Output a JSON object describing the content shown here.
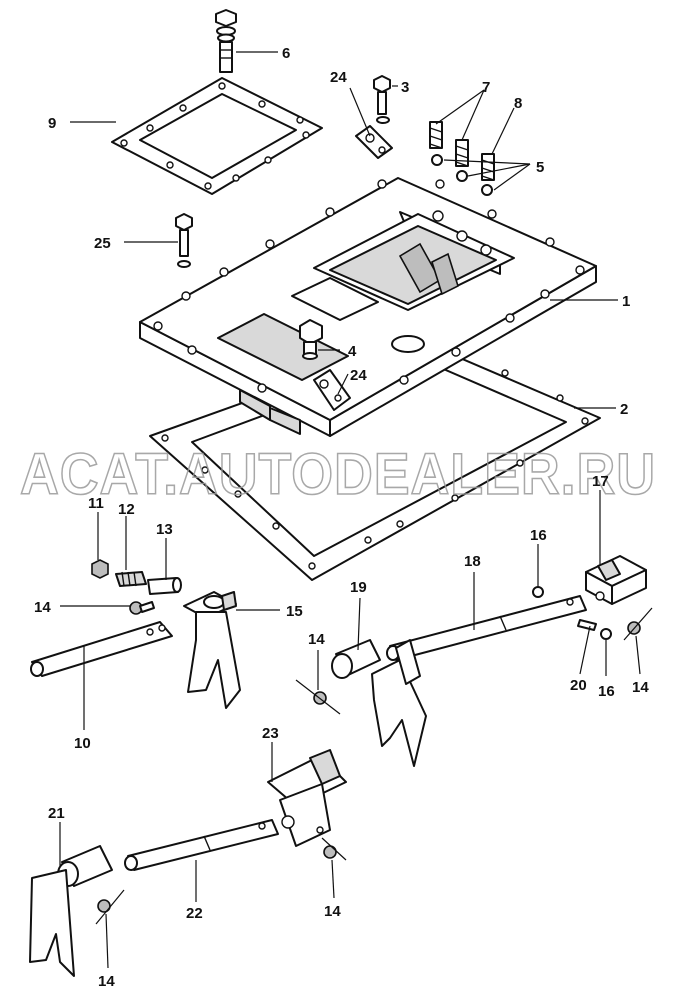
{
  "watermark": "ACAT.AUTODEALER.RU",
  "callouts": {
    "c1": "1",
    "c2": "2",
    "c3": "3",
    "c4": "4",
    "c5": "5",
    "c6": "6",
    "c7": "7",
    "c8": "8",
    "c9": "9",
    "c10": "10",
    "c11": "11",
    "c12": "12",
    "c13": "13",
    "c14a": "14",
    "c14b": "14",
    "c14c": "14",
    "c14d": "14",
    "c14e": "14",
    "c15": "15",
    "c16a": "16",
    "c16b": "16",
    "c17": "17",
    "c18": "18",
    "c19": "19",
    "c20": "20",
    "c21": "21",
    "c22": "22",
    "c23": "23",
    "c24a": "24",
    "c24b": "24",
    "c25": "25"
  },
  "colors": {
    "line": "#111111",
    "shade": "#d9d9d9",
    "watermark": "#9a9a9a"
  }
}
